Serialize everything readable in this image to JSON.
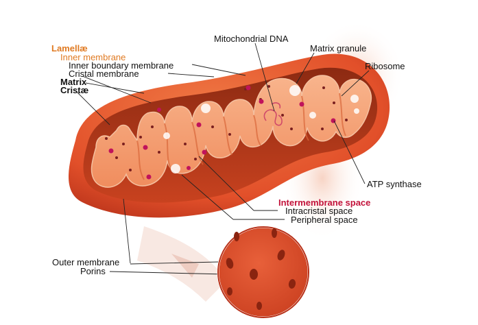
{
  "labels": {
    "lamellae": "Lamellæ",
    "inner_membrane": "Inner membrane",
    "inner_boundary_membrane": "Inner boundary membrane",
    "cristal_membrane": "Cristal membrane",
    "matrix": "Matrix",
    "cristae": "Cristæ",
    "mitochondrial_dna": "Mitochondrial DNA",
    "matrix_granule": "Matrix granule",
    "ribosome": "Ribosome",
    "atp_synthase": "ATP synthase",
    "intermembrane_space": "Intermembrane space",
    "intracristal_space": "Intracristal space",
    "peripheral_space": "Peripheral space",
    "outer_membrane": "Outer membrane",
    "porins": "Porins"
  },
  "colors": {
    "outer_membrane": "#e5542b",
    "outer_membrane_dark": "#b8321a",
    "inner_fill": "#f6a77d",
    "inner_light": "#fcd2b8",
    "atp_synthase": "#c0135b",
    "ribosome": "#7a1f1f",
    "granule": "#ffffff",
    "label_orange": "#e07a22",
    "label_red": "#c2123a"
  }
}
